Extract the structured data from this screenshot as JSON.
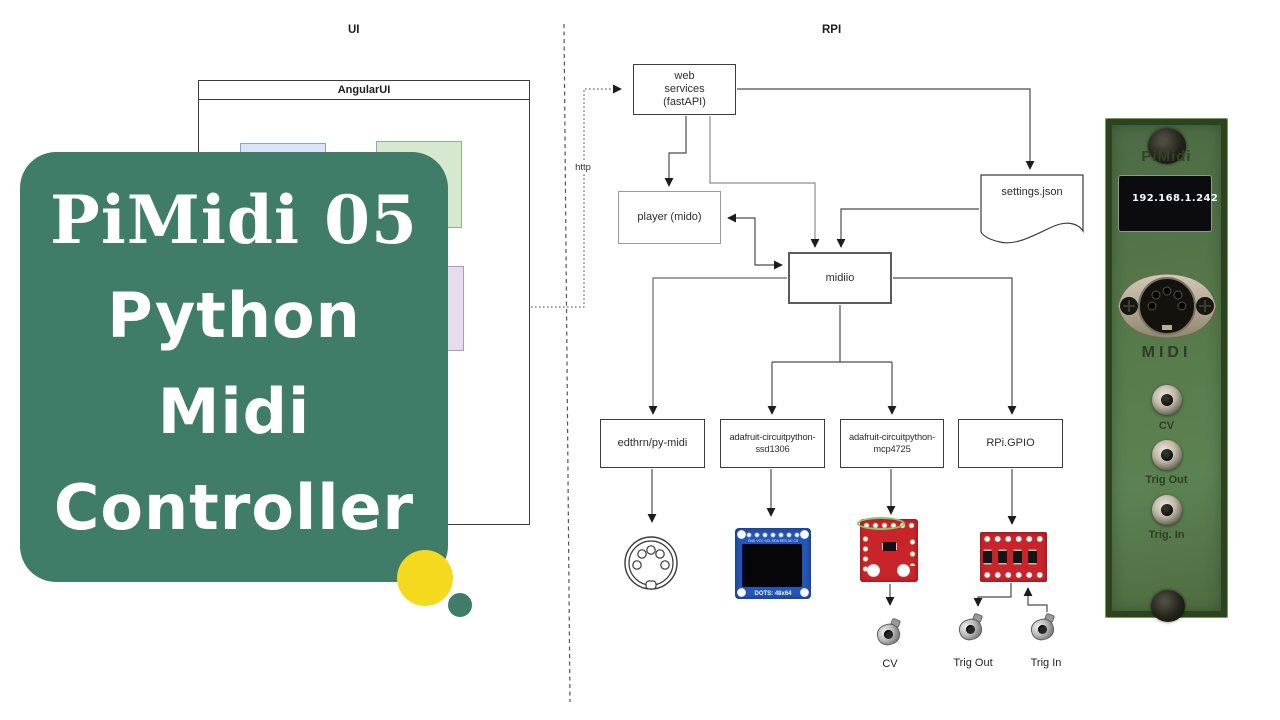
{
  "sections": {
    "ui": "UI",
    "rpi": "RPI"
  },
  "banner": {
    "line1": "PiMidi 05",
    "line2": "Python",
    "line3": "Midi",
    "line4": "Controller"
  },
  "ui_window": {
    "title": "AngularUI"
  },
  "nodes": {
    "web_services": {
      "l1": "web",
      "l2": "services",
      "l3": "(fastAPI)"
    },
    "player": {
      "label": "player (mido)"
    },
    "settings": {
      "label": "settings.json"
    },
    "midiio": {
      "label": "midiio"
    },
    "pymidi": {
      "label": "edthrn/py-midi"
    },
    "ssd1306": {
      "l1": "adafruit-circuitpython-",
      "l2": "ssd1306"
    },
    "mcp4725": {
      "l1": "adafruit-circuitpython-",
      "l2": "mcp4725"
    },
    "rpi_gpio": {
      "label": "RPi.GPIO"
    }
  },
  "edge_labels": {
    "http": "http"
  },
  "jack_labels": {
    "cv": "CV",
    "trig_out": "Trig Out",
    "trig_in": "Trig In"
  },
  "oled_board": {
    "pins": "GND VCC SCL SDA RES DC CS",
    "dots": "DOTS: 48x64"
  },
  "panel": {
    "name": "PiMidi",
    "ip": "192.168.1.242",
    "midi": "MIDI",
    "cv": "CV",
    "trig_out": "Trig Out",
    "trig_in": "Trig. In"
  },
  "colors": {
    "banner_green": "#3F7D68",
    "accent_yellow": "#F5D91F",
    "board_red": "#C8242A",
    "board_blue": "#2456B8",
    "panel_green": "#55784A",
    "panel_frame": "#2C431F"
  }
}
